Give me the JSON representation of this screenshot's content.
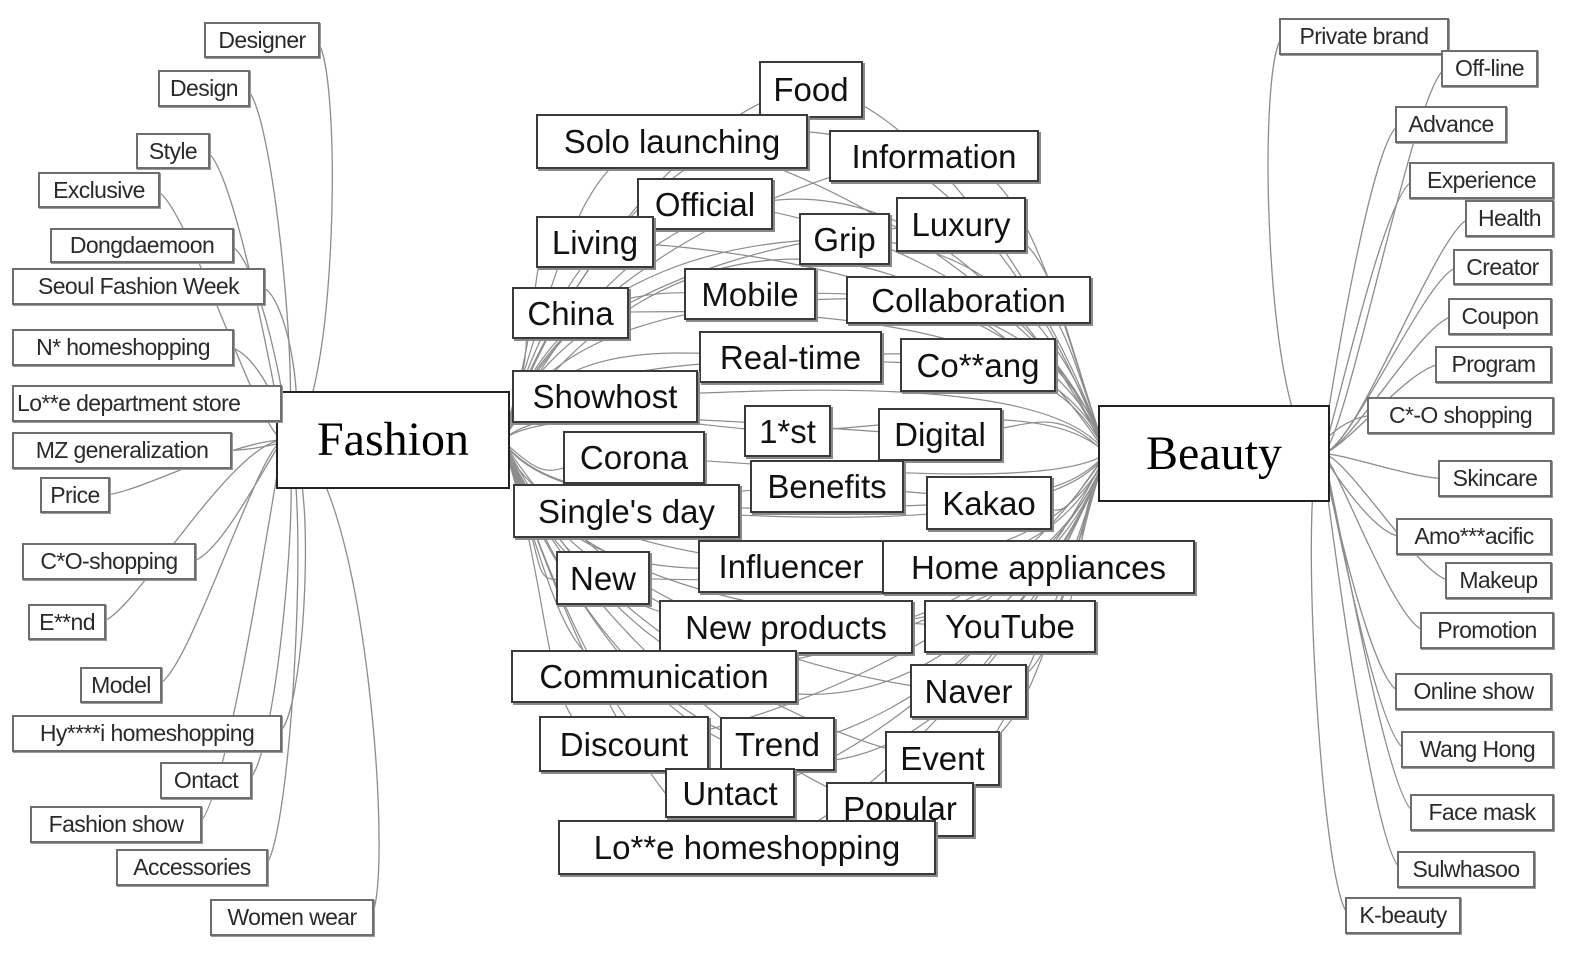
{
  "hubs": [
    {
      "id": "fashion",
      "label": "Fashion"
    },
    {
      "id": "beauty",
      "label": "Beauty"
    }
  ],
  "fashion_keywords": [
    "Designer",
    "Design",
    "Style",
    "Exclusive",
    "Dongdaemoon",
    "Seoul Fashion Week",
    "N* homeshopping",
    "Lo**e department store",
    "MZ generalization",
    "Price",
    "C*O-shopping",
    "E**nd",
    "Model",
    "Hy****i homeshopping",
    "Ontact",
    "Fashion show",
    "Accessories",
    "Women wear"
  ],
  "beauty_keywords": [
    "Private brand",
    "Off-line",
    "Advance",
    "Experience",
    "Health",
    "Creator",
    "Coupon",
    "Program",
    "C*-O shopping",
    "Skincare",
    "Amo***acific",
    "Makeup",
    "Promotion",
    "Online show",
    "Wang Hong",
    "Face mask",
    "Sulwhasoo",
    "K-beauty"
  ],
  "shared_keywords": [
    "Food",
    "Solo launching",
    "Information",
    "Official",
    "Luxury",
    "Living",
    "Grip",
    "Mobile",
    "Collaboration",
    "China",
    "Real-time",
    "Co**ang",
    "Showhost",
    "1*st",
    "Digital",
    "Corona",
    "Benefits",
    "Kakao",
    "Single's day",
    "New",
    "Influencer",
    "Home appliances",
    "New products",
    "YouTube",
    "Communication",
    "Naver",
    "Discount",
    "Trend",
    "Event",
    "Untact",
    "Popular",
    "Lo**e homeshopping"
  ],
  "colors": {
    "edge": "#8c8c8c",
    "border": "#555555",
    "text": "#111111",
    "background": "#ffffff"
  }
}
